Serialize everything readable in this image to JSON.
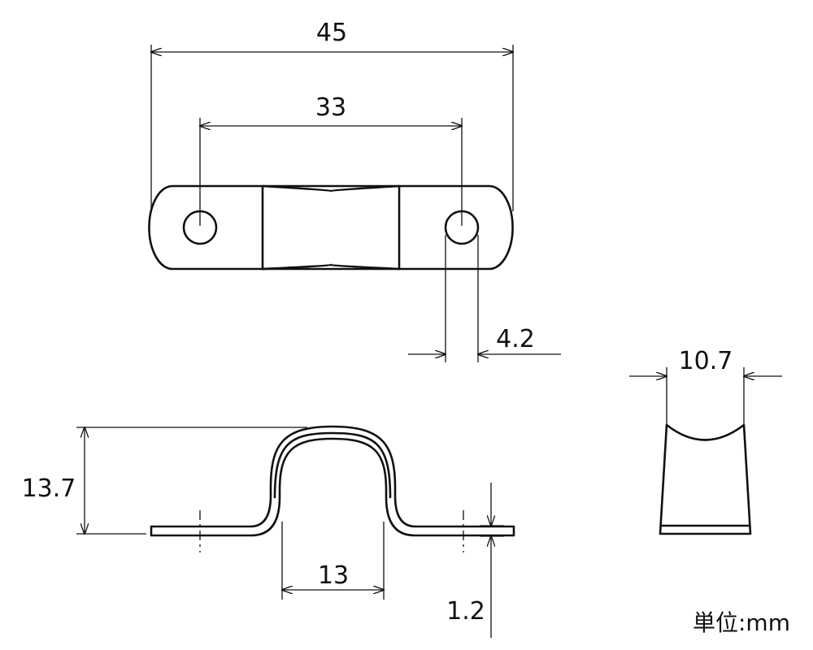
{
  "dimensions": {
    "overall_length": "45",
    "hole_pitch": "33",
    "hole_diameter": "4.2",
    "band_width": "10.7",
    "height": "13.7",
    "inner_width": "13",
    "thickness": "1.2"
  },
  "unit_label": "単位:mm",
  "colors": {
    "line": "#111111",
    "background": "#ffffff"
  }
}
